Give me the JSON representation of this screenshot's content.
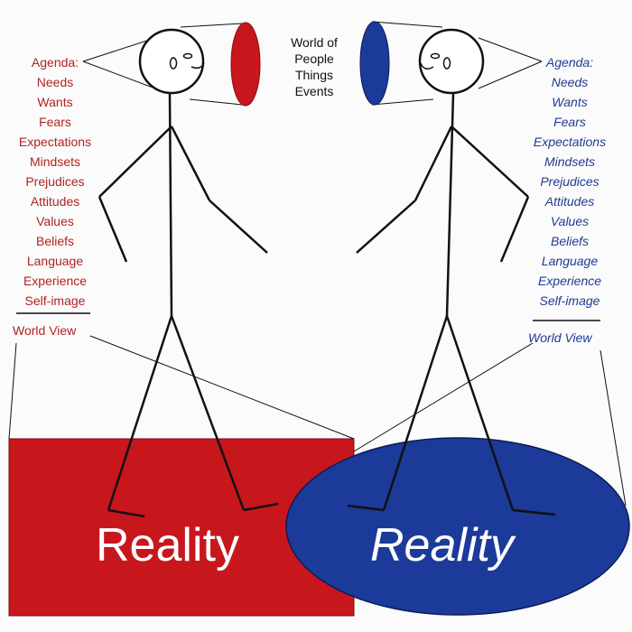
{
  "center_box": {
    "lines": [
      "World of",
      "People",
      "Things",
      "Events"
    ]
  },
  "left_person": {
    "items": [
      "Agenda:",
      "Needs",
      "Wants",
      "Fears",
      "Expectations",
      "Mindsets",
      "Prejudices",
      "Attitudes",
      "Values",
      "Beliefs",
      "Language",
      "Experience",
      "Self-image"
    ],
    "world_view": "World View",
    "reality": "Reality"
  },
  "right_person": {
    "items": [
      "Agenda:",
      "Needs",
      "Wants",
      "Fears",
      "Expectations",
      "Mindsets",
      "Prejudices",
      "Attitudes",
      "Values",
      "Beliefs",
      "Language",
      "Experience",
      "Self-image"
    ],
    "world_view": "World View",
    "reality": "Reality"
  },
  "colors": {
    "red": "#c8161d",
    "blue": "#1b3a9a",
    "red_text": "#b22222",
    "blue_text": "#1f3a93",
    "line": "#111111"
  }
}
